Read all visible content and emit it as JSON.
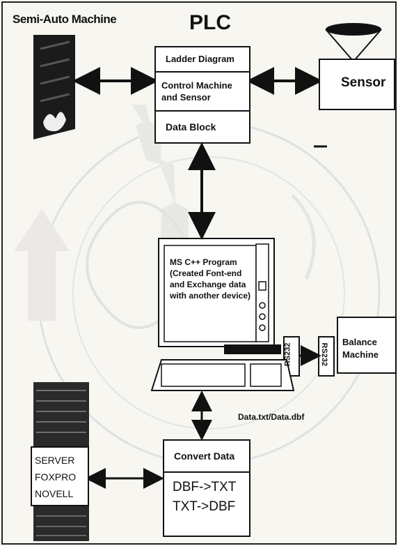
{
  "title": "PLC",
  "semi_auto_label": "Semi-Auto Machine",
  "plc": {
    "ladder": "Ladder Diagram",
    "control_line1": "Control Machine",
    "control_line2": "and Sensor",
    "data_block": "Data Block"
  },
  "sensor_label": "Sensor",
  "pc_program": {
    "line1": "MS C++ Program",
    "line2": "(Created Font-end",
    "line3": "and Exchange data",
    "line4": "with another device)"
  },
  "rs232_label": "RS232",
  "balance": {
    "line1": "Balance",
    "line2": "Machine"
  },
  "data_file_label": "Data.txt/Data.dbf",
  "convert": {
    "title": "Convert Data",
    "line1": "DBF->TXT",
    "line2": "TXT->DBF"
  },
  "server": {
    "line1": "SERVER",
    "line2": "FOXPRO",
    "line3": "NOVELL"
  },
  "colors": {
    "line": "#111111",
    "paper": "#f7f6f1",
    "watermark": "#cfcfcf"
  }
}
